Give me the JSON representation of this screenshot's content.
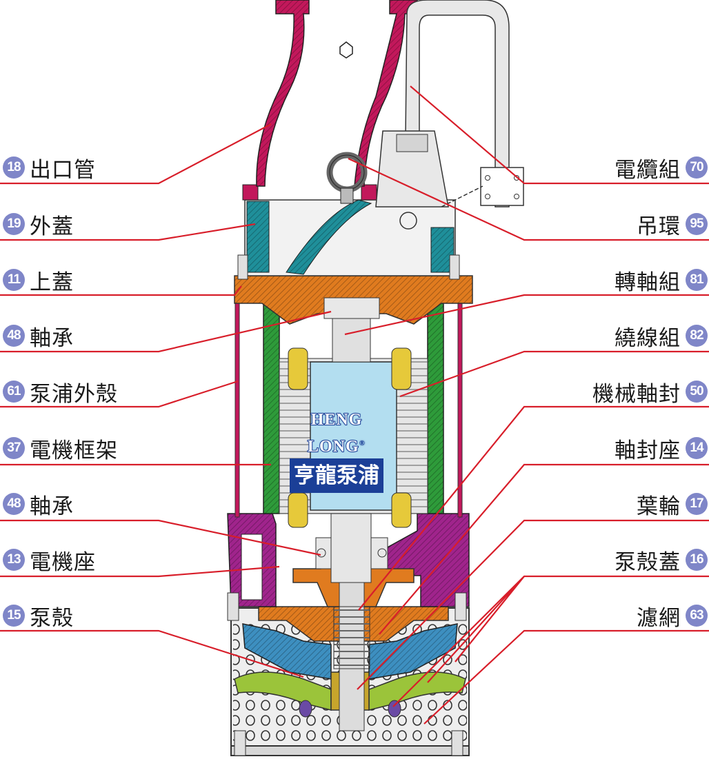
{
  "logo": {
    "english": "HENG LONG",
    "registered": "®",
    "chinese": "亨龍泵浦"
  },
  "colors": {
    "leader_line": "#d81e2a",
    "badge": "#7f86c8",
    "outlet_pipe": "#c2185b",
    "outer_cover": "#1f8f9a",
    "upper_cover": "#e07b1f",
    "motor_frame": "#2e9b3a",
    "motor_seat": "#a0248c",
    "impeller": "#9bc43a",
    "stator_blue": "#b3def0",
    "coil_yellow": "#e6c93a"
  },
  "left_labels": [
    {
      "num": "18",
      "text": "出口管"
    },
    {
      "num": "19",
      "text": "外蓋"
    },
    {
      "num": "11",
      "text": "上蓋"
    },
    {
      "num": "48",
      "text": "軸承"
    },
    {
      "num": "61",
      "text": "泵浦外殼"
    },
    {
      "num": "37",
      "text": "電機框架"
    },
    {
      "num": "48",
      "text": "軸承"
    },
    {
      "num": "13",
      "text": "電機座"
    },
    {
      "num": "15",
      "text": "泵殼"
    }
  ],
  "right_labels": [
    {
      "num": "70",
      "text": "電纜組"
    },
    {
      "num": "95",
      "text": "吊環"
    },
    {
      "num": "81",
      "text": "轉軸組"
    },
    {
      "num": "82",
      "text": "繞線組"
    },
    {
      "num": "50",
      "text": "機械軸封"
    },
    {
      "num": "14",
      "text": "軸封座"
    },
    {
      "num": "17",
      "text": "葉輪"
    },
    {
      "num": "16",
      "text": "泵殼蓋"
    },
    {
      "num": "63",
      "text": "濾網"
    }
  ]
}
